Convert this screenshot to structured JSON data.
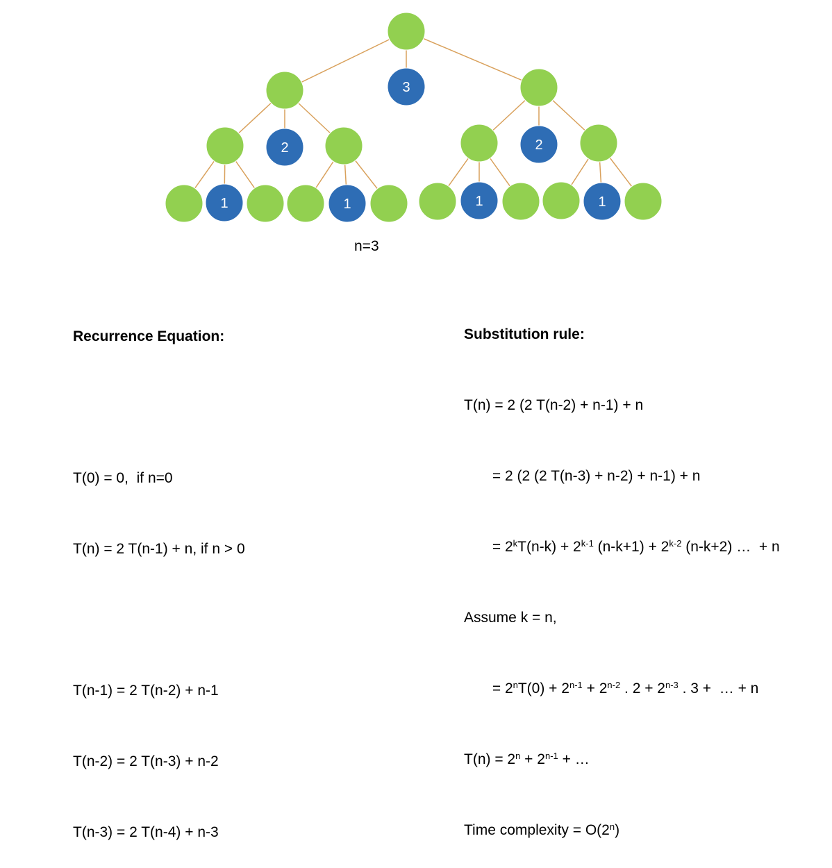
{
  "diagram": {
    "colors": {
      "green": "#92d050",
      "blue": "#2e6db5",
      "edge": "#d9a15c"
    },
    "nodes": [
      {
        "id": "root",
        "kind": "green",
        "label": ""
      },
      {
        "id": "root-val",
        "kind": "blue",
        "label": "3"
      },
      {
        "id": "L",
        "kind": "green",
        "label": ""
      },
      {
        "id": "R",
        "kind": "green",
        "label": ""
      },
      {
        "id": "L-val",
        "kind": "blue",
        "label": "2"
      },
      {
        "id": "R-val",
        "kind": "blue",
        "label": "2"
      },
      {
        "id": "LL",
        "kind": "green",
        "label": ""
      },
      {
        "id": "LR",
        "kind": "green",
        "label": ""
      },
      {
        "id": "RL",
        "kind": "green",
        "label": ""
      },
      {
        "id": "RR",
        "kind": "green",
        "label": ""
      },
      {
        "id": "LL-a",
        "kind": "green",
        "label": ""
      },
      {
        "id": "LL-val",
        "kind": "blue",
        "label": "1"
      },
      {
        "id": "LL-b",
        "kind": "green",
        "label": ""
      },
      {
        "id": "LR-a",
        "kind": "green",
        "label": ""
      },
      {
        "id": "LR-val",
        "kind": "blue",
        "label": "1"
      },
      {
        "id": "LR-b",
        "kind": "green",
        "label": ""
      },
      {
        "id": "RL-a",
        "kind": "green",
        "label": ""
      },
      {
        "id": "RL-val",
        "kind": "blue",
        "label": "1"
      },
      {
        "id": "RL-b",
        "kind": "green",
        "label": ""
      },
      {
        "id": "RR-a",
        "kind": "green",
        "label": ""
      },
      {
        "id": "RR-val",
        "kind": "blue",
        "label": "1"
      },
      {
        "id": "RR-b",
        "kind": "green",
        "label": ""
      }
    ],
    "edges": [
      [
        "root",
        "root-val"
      ],
      [
        "root",
        "L"
      ],
      [
        "root",
        "R"
      ],
      [
        "L",
        "LL"
      ],
      [
        "L",
        "L-val"
      ],
      [
        "L",
        "LR"
      ],
      [
        "R",
        "RL"
      ],
      [
        "R",
        "R-val"
      ],
      [
        "R",
        "RR"
      ],
      [
        "LL",
        "LL-a"
      ],
      [
        "LL",
        "LL-val"
      ],
      [
        "LL",
        "LL-b"
      ],
      [
        "LR",
        "LR-a"
      ],
      [
        "LR",
        "LR-val"
      ],
      [
        "LR",
        "LR-b"
      ],
      [
        "RL",
        "RL-a"
      ],
      [
        "RL",
        "RL-val"
      ],
      [
        "RL",
        "RL-b"
      ],
      [
        "RR",
        "RR-a"
      ],
      [
        "RR",
        "RR-val"
      ],
      [
        "RR",
        "RR-b"
      ]
    ],
    "n_label": "n=3"
  },
  "recurrence": {
    "heading": "Recurrence Equation:",
    "base": "T(0) = 0,  if n=0",
    "general": "T(n) = 2 T(n-1) + n, if n > 0",
    "expansions": [
      "T(n-1) = 2 T(n-2) + n-1",
      "T(n-2) = 2 T(n-3) + n-2",
      "T(n-3) = 2 T(n-4) + n-3"
    ]
  },
  "substitution": {
    "heading": "Substitution rule:",
    "line1": "T(n) = 2 (2 T(n-2) + n-1) + n",
    "line2": "       = 2 (2 (2 T(n-3) + n-2) + n-1) + n",
    "line3": {
      "p1": "       = 2",
      "s1": "k",
      "p2": "T(n-k) + 2",
      "s2": "k-1",
      "p3": " (n-k+1) + 2",
      "s3": "k-2",
      "p4": " (n-k+2) …  + n"
    },
    "line4": "Assume k = n,",
    "line5": {
      "p1": "       = 2",
      "s1": "n",
      "p2": "T(0) + 2",
      "s2": "n-1",
      "p3": " + 2",
      "s3": "n-2",
      "p4": " . 2 + 2",
      "s4": "n-3",
      "p5": " . 3 +  … + n"
    },
    "line6": {
      "p1": "T(n) = 2",
      "s1": "n",
      "p2": " + 2",
      "s2": "n-1",
      "p3": " + …"
    },
    "line7": {
      "p1": "Time complexity = O(2",
      "s1": "n",
      "p2": ")"
    }
  }
}
